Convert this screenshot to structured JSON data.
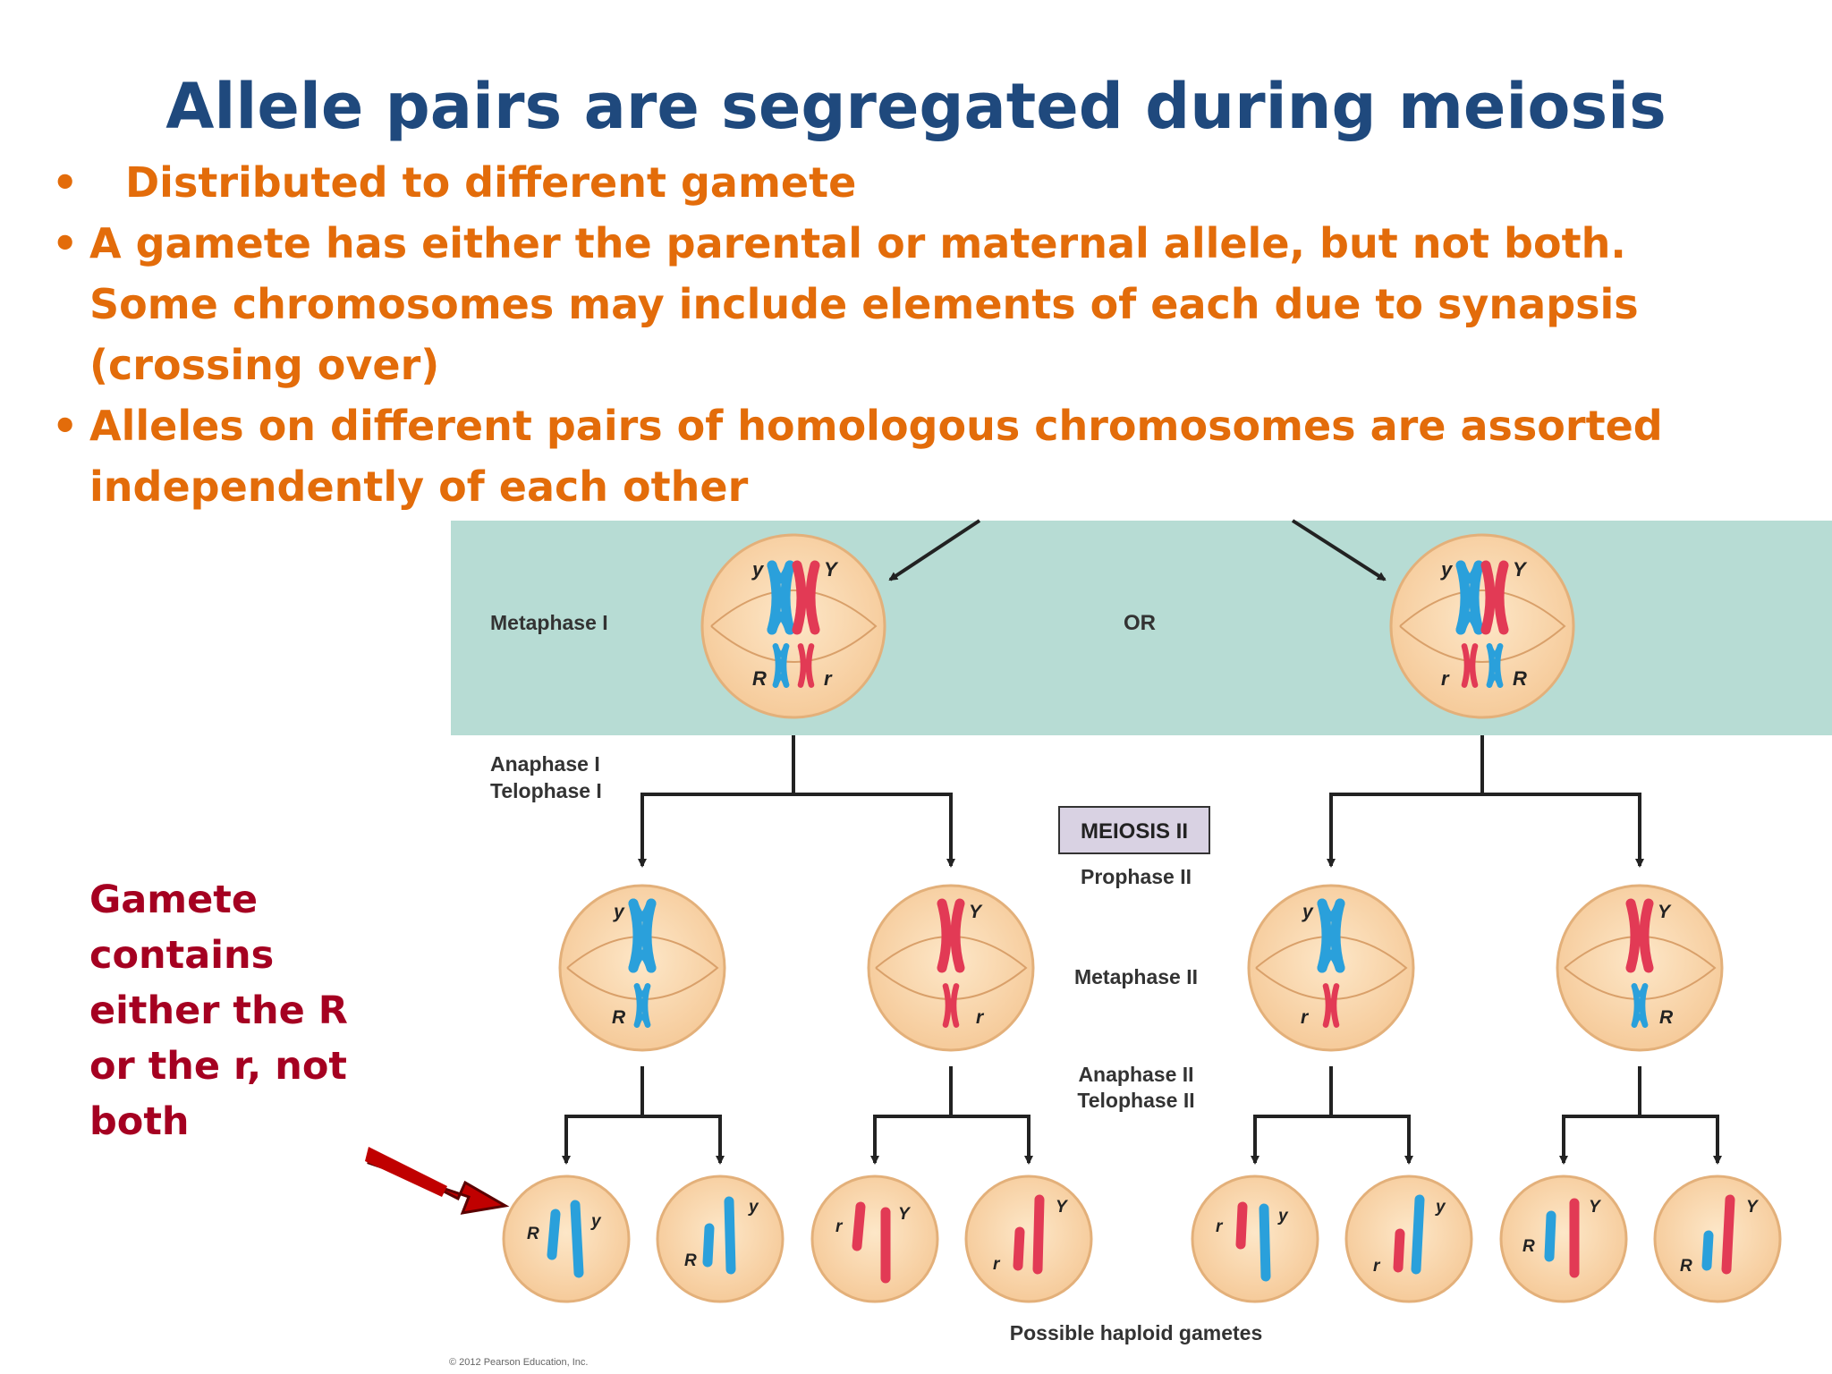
{
  "slide": {
    "title": "Allele pairs are segregated during meiosis",
    "bullets": [
      "Distributed to different gamete",
      "A gamete has either the parental or maternal allele, but not both.  Some chromosomes may include elements of each due to synapsis (crossing over)",
      "Alleles on different pairs of homologous chromosomes are assorted independently of each other"
    ],
    "side_note": "Gamete contains either the R or the r, not both"
  },
  "figure": {
    "labels": {
      "metaphase1": "Metaphase I",
      "or": "OR",
      "anaphase1": "Anaphase I",
      "telophase1": "Telophase I",
      "meiosis2": "MEIOSIS II",
      "prophase2": "Prophase II",
      "metaphase2": "Metaphase II",
      "anaphase2": "Anaphase II",
      "telophase2": "Telophase II",
      "gametes": "Possible haploid gametes",
      "copyright": "© 2012 Pearson Education, Inc."
    },
    "alleles": {
      "y_lower": "y",
      "Y_upper": "Y",
      "R_upper": "R",
      "r_lower": "r"
    },
    "colors": {
      "band": "#b7dcd4",
      "cell_fill": "#fbdcb3",
      "cell_edge": "#e8b98a",
      "blue_chromosome": "#2aa0db",
      "red_chromosome": "#e23a55",
      "arrow_red": "#c00000"
    }
  }
}
